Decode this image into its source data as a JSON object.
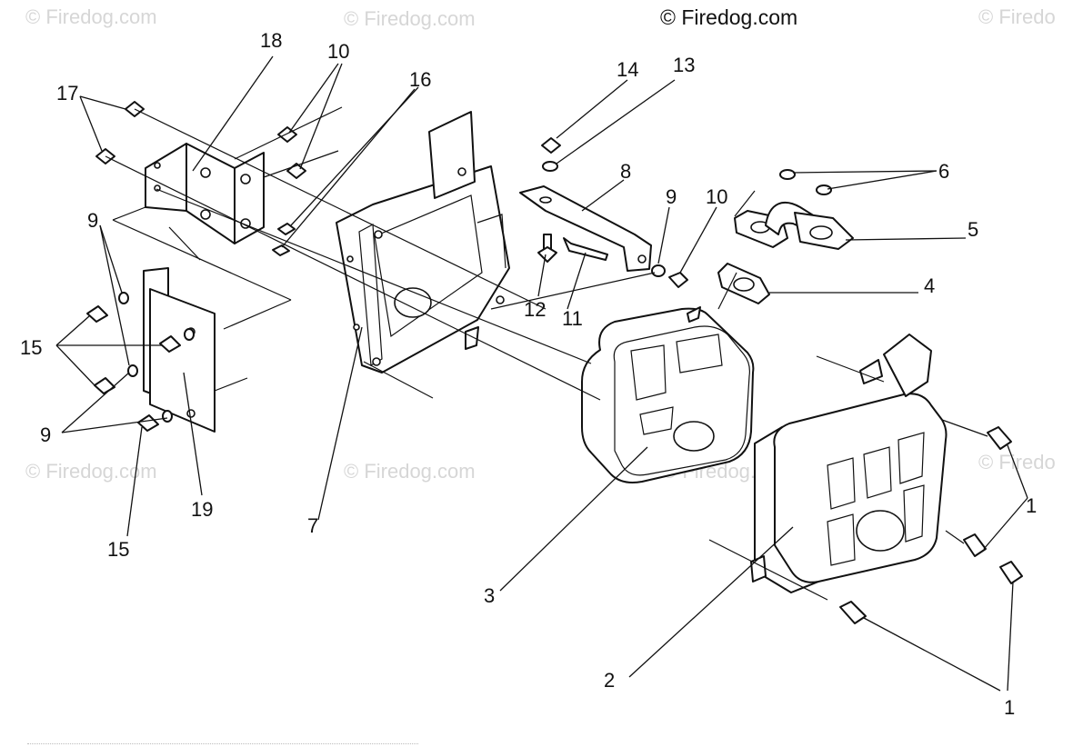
{
  "watermarks": {
    "main": "© Firedog.com",
    "faint": [
      "© Firedog.com",
      "© Firedog.com",
      "© Firedo",
      "© Firedog.com",
      "© Firedog.com",
      "© Firedog.com",
      "© Firedo"
    ]
  },
  "callouts": [
    {
      "id": "c1",
      "text": "18"
    },
    {
      "id": "c2",
      "text": "10"
    },
    {
      "id": "c3",
      "text": "16"
    },
    {
      "id": "c4",
      "text": "17"
    },
    {
      "id": "c5",
      "text": "14"
    },
    {
      "id": "c6",
      "text": "13"
    },
    {
      "id": "c7",
      "text": "8"
    },
    {
      "id": "c8",
      "text": "6"
    },
    {
      "id": "c9",
      "text": "5"
    },
    {
      "id": "c10",
      "text": "9"
    },
    {
      "id": "c11",
      "text": "10"
    },
    {
      "id": "c12",
      "text": "9"
    },
    {
      "id": "c13",
      "text": "4"
    },
    {
      "id": "c14",
      "text": "12"
    },
    {
      "id": "c15",
      "text": "11"
    },
    {
      "id": "c16",
      "text": "15"
    },
    {
      "id": "c17",
      "text": "9"
    },
    {
      "id": "c18",
      "text": "19"
    },
    {
      "id": "c19",
      "text": "15"
    },
    {
      "id": "c20",
      "text": "7"
    },
    {
      "id": "c21",
      "text": "1"
    },
    {
      "id": "c22",
      "text": "3"
    },
    {
      "id": "c23",
      "text": "2"
    },
    {
      "id": "c24",
      "text": "1"
    }
  ]
}
